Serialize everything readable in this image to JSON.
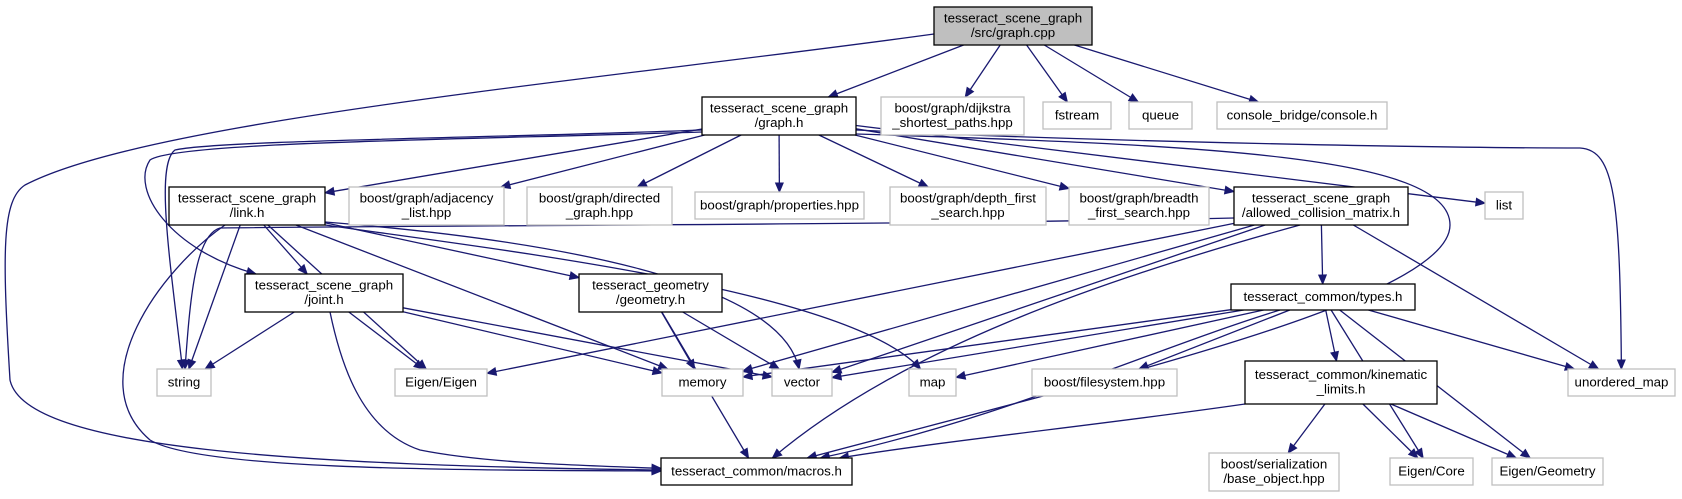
{
  "colors": {
    "edge": "#191970",
    "root_fill": "#bfbfbf",
    "root_border": "#000000",
    "documented_border": "#000000",
    "external_border": "#bfbfbf",
    "text": "#000000"
  },
  "nodes": [
    {
      "id": "graph_cpp",
      "kind": "root",
      "lines": [
        "tesseract_scene_graph",
        "/src/graph.cpp"
      ]
    },
    {
      "id": "graph_h",
      "kind": "documented",
      "lines": [
        "tesseract_scene_graph",
        "/graph.h"
      ]
    },
    {
      "id": "dijkstra",
      "kind": "external",
      "lines": [
        "boost/graph/dijkstra",
        "_shortest_paths.hpp"
      ]
    },
    {
      "id": "fstream",
      "kind": "external",
      "lines": [
        "fstream"
      ]
    },
    {
      "id": "queue",
      "kind": "external",
      "lines": [
        "queue"
      ]
    },
    {
      "id": "console",
      "kind": "external",
      "lines": [
        "console_bridge/console.h"
      ]
    },
    {
      "id": "link_h",
      "kind": "documented",
      "lines": [
        "tesseract_scene_graph",
        "/link.h"
      ]
    },
    {
      "id": "adjacency",
      "kind": "external",
      "lines": [
        "boost/graph/adjacency",
        "_list.hpp"
      ]
    },
    {
      "id": "directed",
      "kind": "external",
      "lines": [
        "boost/graph/directed",
        "_graph.hpp"
      ]
    },
    {
      "id": "properties",
      "kind": "external",
      "lines": [
        "boost/graph/properties.hpp"
      ]
    },
    {
      "id": "depth_first",
      "kind": "external",
      "lines": [
        "boost/graph/depth_first",
        "_search.hpp"
      ]
    },
    {
      "id": "breadth_first",
      "kind": "external",
      "lines": [
        "boost/graph/breadth",
        "_first_search.hpp"
      ]
    },
    {
      "id": "acm_h",
      "kind": "documented",
      "lines": [
        "tesseract_scene_graph",
        "/allowed_collision_matrix.h"
      ]
    },
    {
      "id": "list",
      "kind": "external",
      "lines": [
        "list"
      ]
    },
    {
      "id": "joint_h",
      "kind": "documented",
      "lines": [
        "tesseract_scene_graph",
        "/joint.h"
      ]
    },
    {
      "id": "geometry_h",
      "kind": "documented",
      "lines": [
        "tesseract_geometry",
        "/geometry.h"
      ]
    },
    {
      "id": "types_h",
      "kind": "documented",
      "lines": [
        "tesseract_common/types.h"
      ]
    },
    {
      "id": "string",
      "kind": "external",
      "lines": [
        "string"
      ]
    },
    {
      "id": "eigen_eigen",
      "kind": "external",
      "lines": [
        "Eigen/Eigen"
      ]
    },
    {
      "id": "memory",
      "kind": "external",
      "lines": [
        "memory"
      ]
    },
    {
      "id": "vector",
      "kind": "external",
      "lines": [
        "vector"
      ]
    },
    {
      "id": "map",
      "kind": "external",
      "lines": [
        "map"
      ]
    },
    {
      "id": "filesystem",
      "kind": "external",
      "lines": [
        "boost/filesystem.hpp"
      ]
    },
    {
      "id": "kinematic",
      "kind": "documented",
      "lines": [
        "tesseract_common/kinematic",
        "_limits.h"
      ]
    },
    {
      "id": "unordered_map",
      "kind": "external",
      "lines": [
        "unordered_map"
      ]
    },
    {
      "id": "macros_h",
      "kind": "documented",
      "lines": [
        "tesseract_common/macros.h"
      ]
    },
    {
      "id": "serialization",
      "kind": "external",
      "lines": [
        "boost/serialization",
        "/base_object.hpp"
      ]
    },
    {
      "id": "eigen_core",
      "kind": "external",
      "lines": [
        "Eigen/Core"
      ]
    },
    {
      "id": "eigen_geometry",
      "kind": "external",
      "lines": [
        "Eigen/Geometry"
      ]
    }
  ],
  "edges": [
    [
      "graph_cpp",
      "graph_h"
    ],
    [
      "graph_cpp",
      "dijkstra"
    ],
    [
      "graph_cpp",
      "fstream"
    ],
    [
      "graph_cpp",
      "queue"
    ],
    [
      "graph_cpp",
      "console"
    ],
    [
      "graph_cpp",
      "macros_h"
    ],
    [
      "graph_h",
      "link_h"
    ],
    [
      "graph_h",
      "adjacency"
    ],
    [
      "graph_h",
      "directed"
    ],
    [
      "graph_h",
      "properties"
    ],
    [
      "graph_h",
      "depth_first"
    ],
    [
      "graph_h",
      "breadth_first"
    ],
    [
      "graph_h",
      "acm_h"
    ],
    [
      "graph_h",
      "list"
    ],
    [
      "graph_h",
      "unordered_map"
    ],
    [
      "graph_h",
      "string"
    ],
    [
      "graph_h",
      "joint_h"
    ],
    [
      "graph_h",
      "macros_h"
    ],
    [
      "link_h",
      "joint_h"
    ],
    [
      "link_h",
      "geometry_h"
    ],
    [
      "link_h",
      "string"
    ],
    [
      "link_h",
      "eigen_eigen"
    ],
    [
      "link_h",
      "memory"
    ],
    [
      "link_h",
      "vector"
    ],
    [
      "link_h",
      "map"
    ],
    [
      "link_h",
      "macros_h"
    ],
    [
      "acm_h",
      "types_h"
    ],
    [
      "acm_h",
      "string"
    ],
    [
      "acm_h",
      "eigen_eigen"
    ],
    [
      "acm_h",
      "memory"
    ],
    [
      "acm_h",
      "vector"
    ],
    [
      "acm_h",
      "unordered_map"
    ],
    [
      "acm_h",
      "macros_h"
    ],
    [
      "joint_h",
      "string"
    ],
    [
      "joint_h",
      "eigen_eigen"
    ],
    [
      "joint_h",
      "memory"
    ],
    [
      "joint_h",
      "vector"
    ],
    [
      "joint_h",
      "macros_h"
    ],
    [
      "geometry_h",
      "memory"
    ],
    [
      "geometry_h",
      "vector"
    ],
    [
      "geometry_h",
      "macros_h"
    ],
    [
      "types_h",
      "memory"
    ],
    [
      "types_h",
      "vector"
    ],
    [
      "types_h",
      "map"
    ],
    [
      "types_h",
      "filesystem"
    ],
    [
      "types_h",
      "kinematic"
    ],
    [
      "types_h",
      "unordered_map"
    ],
    [
      "types_h",
      "eigen_core"
    ],
    [
      "types_h",
      "eigen_geometry"
    ],
    [
      "types_h",
      "macros_h"
    ],
    [
      "kinematic",
      "macros_h"
    ],
    [
      "kinematic",
      "serialization"
    ],
    [
      "kinematic",
      "eigen_core"
    ],
    [
      "kinematic",
      "eigen_geometry"
    ]
  ]
}
